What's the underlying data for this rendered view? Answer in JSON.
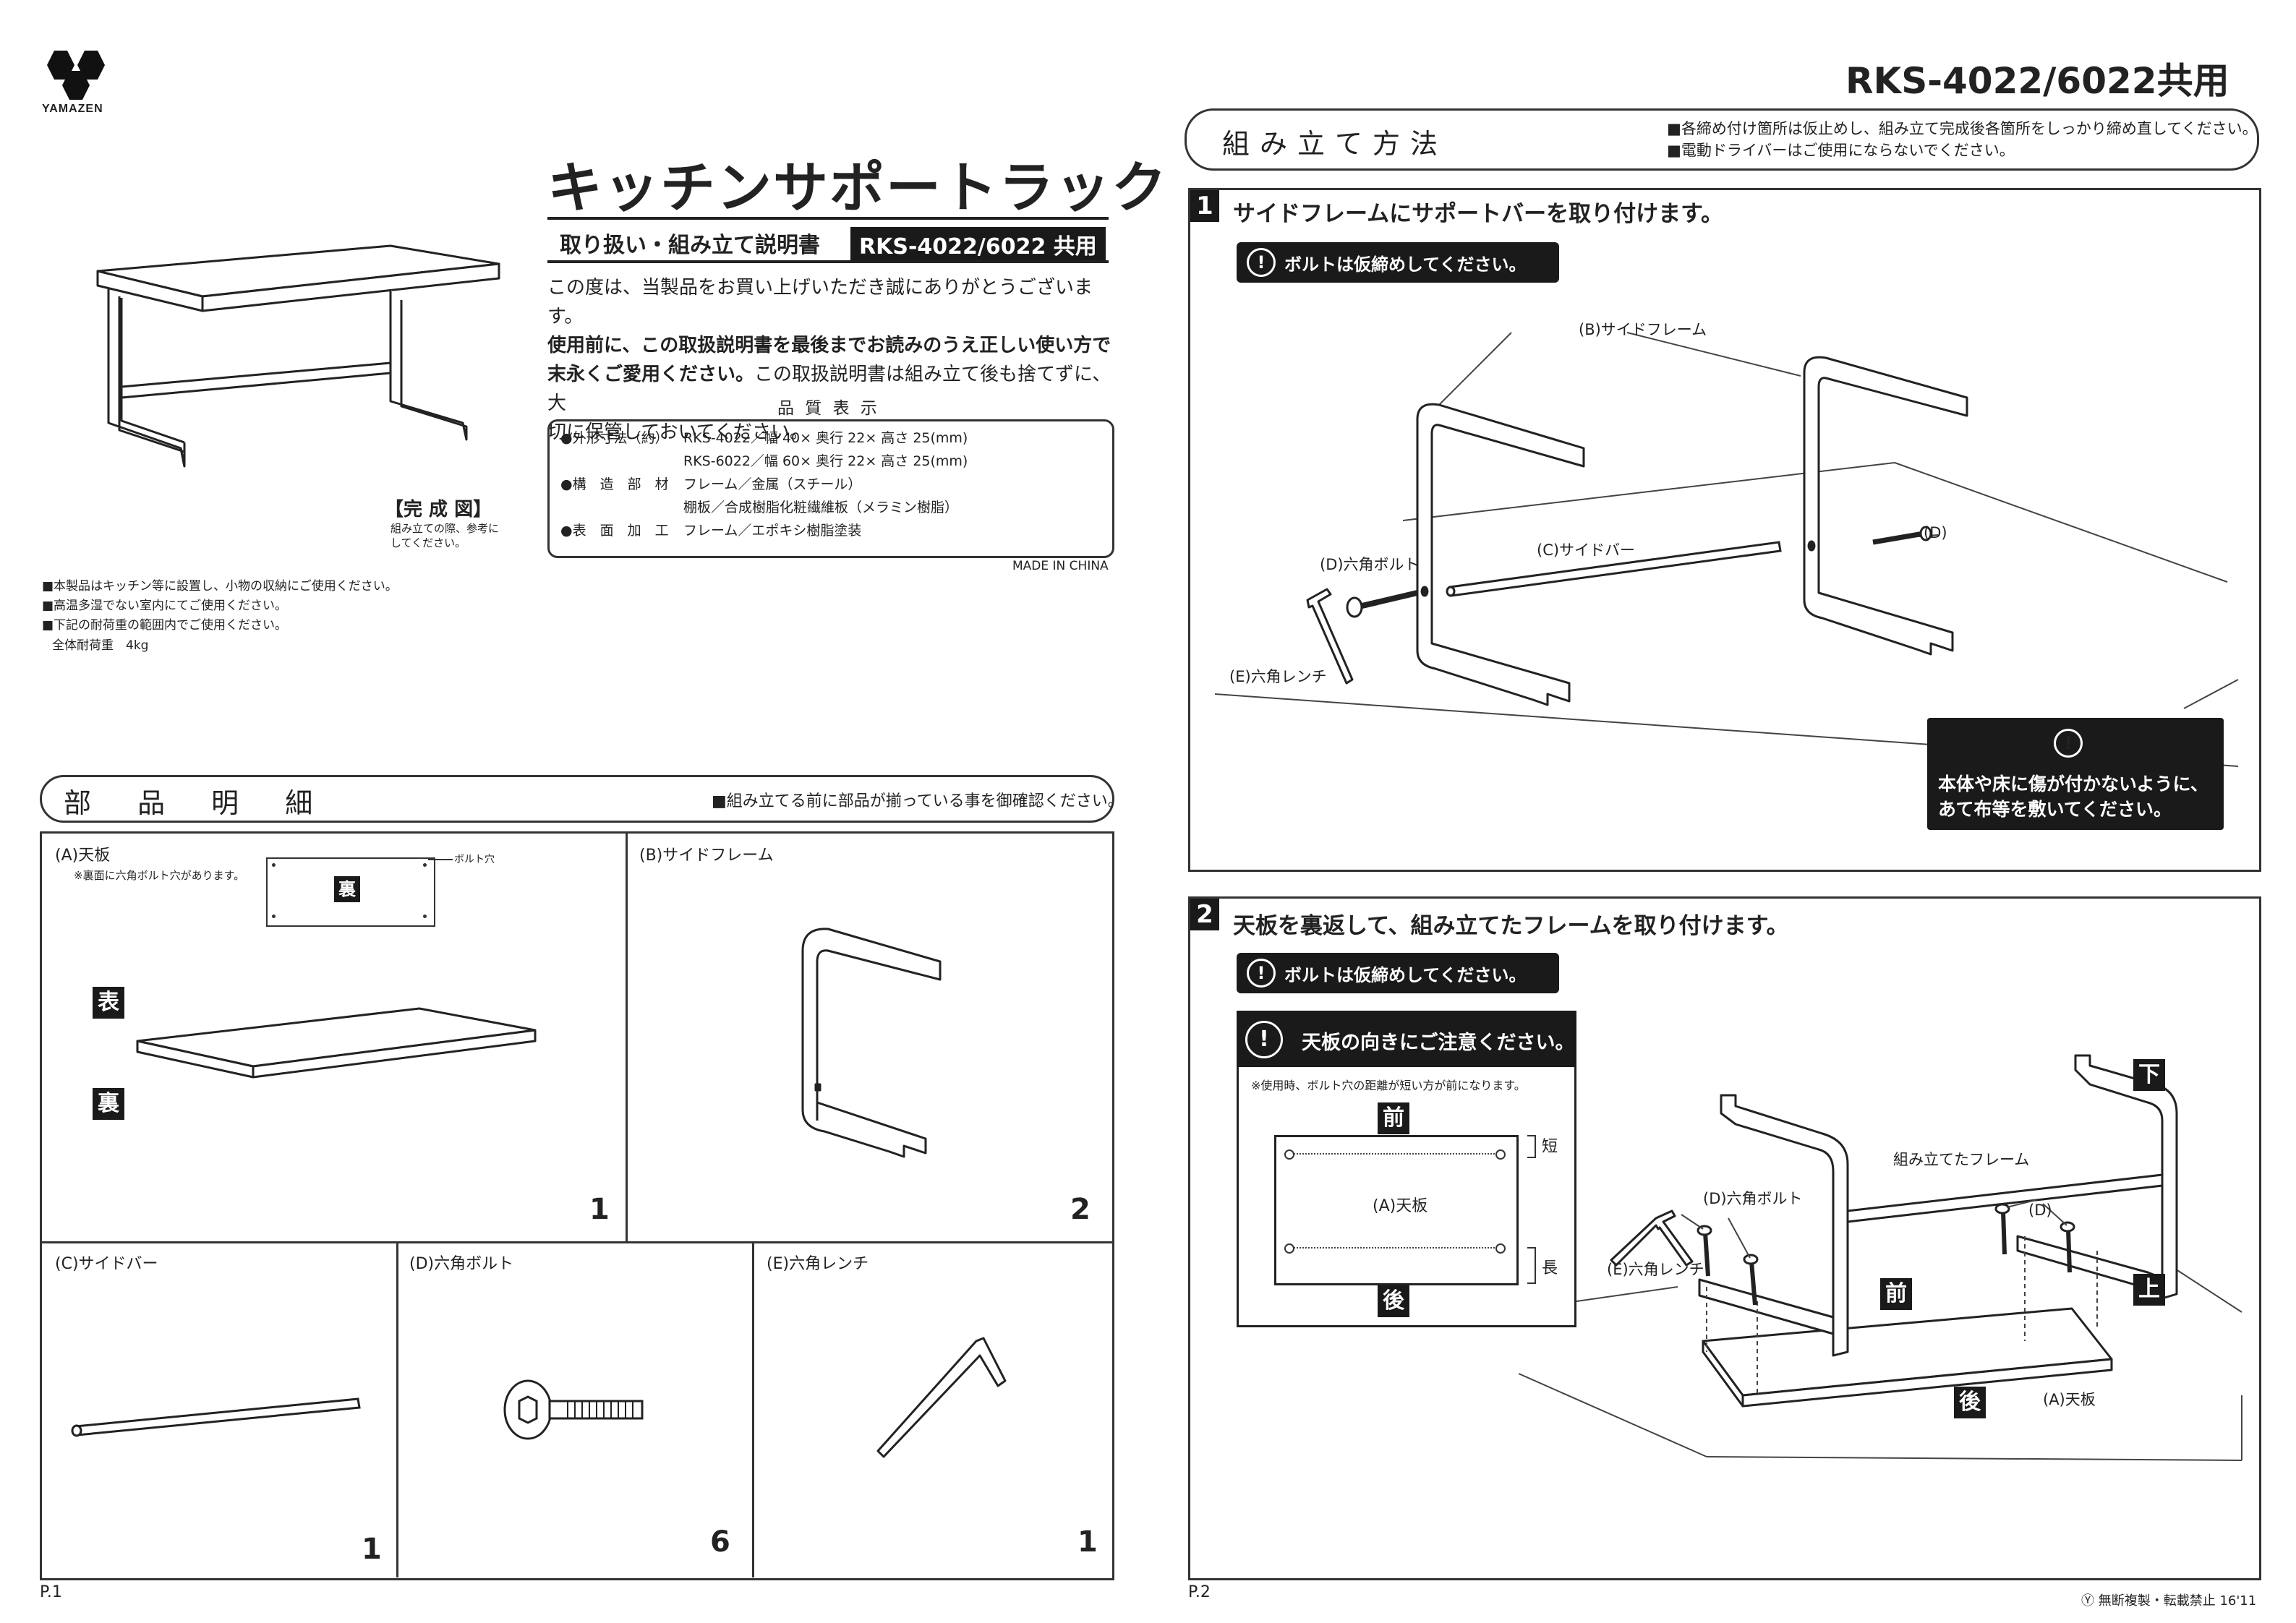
{
  "brand": {
    "name": "YAMAZEN"
  },
  "model_header": "RKS-4022/6022共用",
  "page1": {
    "title": "キッチンサポートラック",
    "subtitle": "取り扱い・組み立て説明書",
    "model_badge": "RKS-4022/6022 共用",
    "intro": {
      "line1": "この度は、当製品をお買い上げいただき誠にありがとうございます。",
      "line2": "使用前に、この取扱説明書を最後までお読みのうえ正しい使い方で",
      "line3a": "末永くご愛用ください。",
      "line3b": "この取扱説明書は組み立て後も捨てずに、大",
      "line4": "切に保管しておいてください。"
    },
    "quality_label": "品 質 表 示",
    "spec": {
      "row1_label": "●外形寸法（約）",
      "row1_value": "RKS-4022／幅 40× 奥行 22× 高さ 25(mm)",
      "row2_value": "RKS-6022／幅 60× 奥行 22× 高さ 25(mm)",
      "row3_label": "●構　造　部　材",
      "row3_value": "フレーム／金属（スチール）",
      "row4_value": "棚板／合成樹脂化粧繊維板（メラミン樹脂）",
      "row5_label": "●表　面　加　工",
      "row5_value": "フレーム／エポキシ樹脂塗装"
    },
    "made_in": "MADE IN CHINA",
    "completed_label": "【完 成 図】",
    "completed_note1": "組み立ての際、参考に",
    "completed_note2": "してください。",
    "notes": [
      "■本製品はキッチン等に設置し、小物の収納にご使用ください。",
      "■高温多湿でない室内にてご使用ください。",
      "■下記の耐荷重の範囲内でご使用ください。"
    ],
    "load_label": "全体耐荷重　4kg",
    "parts_section": {
      "title": "部 品 明 細",
      "note": "■組み立てる前に部品が揃っている事を御確認ください。",
      "parts": [
        {
          "label": "(A)天板",
          "count": "1",
          "note": "※裏面に六角ボルト穴があります。",
          "hole": "ボルト穴",
          "back": "裏",
          "front": "表"
        },
        {
          "label": "(B)サイドフレーム",
          "count": "2"
        },
        {
          "label": "(C)サイドバー",
          "count": "1"
        },
        {
          "label": "(D)六角ボルト",
          "count": "6"
        },
        {
          "label": "(E)六角レンチ",
          "count": "1"
        }
      ]
    },
    "page_num": "P.1"
  },
  "page2": {
    "section_title": "組み立て方法",
    "section_notes": [
      "■各締め付け箇所は仮止めし、組み立て完成後各箇所をしっかり締め直してください。",
      "■電動ドライバーはご使用にならないでください。"
    ],
    "step1": {
      "num": "1",
      "title": "サイドフレームにサポートバーを取り付けます。",
      "warn": "ボルトは仮締めしてください。",
      "labels": {
        "side_frame": "(B)サイドフレーム",
        "bolt": "(D)六角ボルト",
        "bar": "(C)サイドバー",
        "wrench": "(E)六角レンチ",
        "d": "(D)"
      },
      "caution1": "本体や床に傷が付かないように、",
      "caution2": "あて布等を敷いてください。"
    },
    "step2": {
      "num": "2",
      "title": "天板を裏返して、組み立てたフレームを取り付けます。",
      "warn": "ボルトは仮締めしてください。",
      "orient_title": "天板の向きにご注意ください。",
      "orient_note": "※使用時、ボルト穴の距離が短い方が前になります。",
      "front": "前",
      "back": "後",
      "short": "短",
      "long": "長",
      "top_label": "(A)天板",
      "labels": {
        "frame": "組み立てたフレーム",
        "bolt": "(D)六角ボルト",
        "d": "(D)",
        "wrench": "(E)六角レンチ",
        "top": "(A)天板",
        "down": "下",
        "up": "上",
        "front": "前",
        "back": "後"
      }
    },
    "page_num": "P.2",
    "copyright": "Ⓨ 無断複製・転載禁止  16'11"
  },
  "icons": [
    "yamazen-logo-icon",
    "exclamation-icon",
    "hex-bolt-icon",
    "hex-wrench-icon"
  ]
}
